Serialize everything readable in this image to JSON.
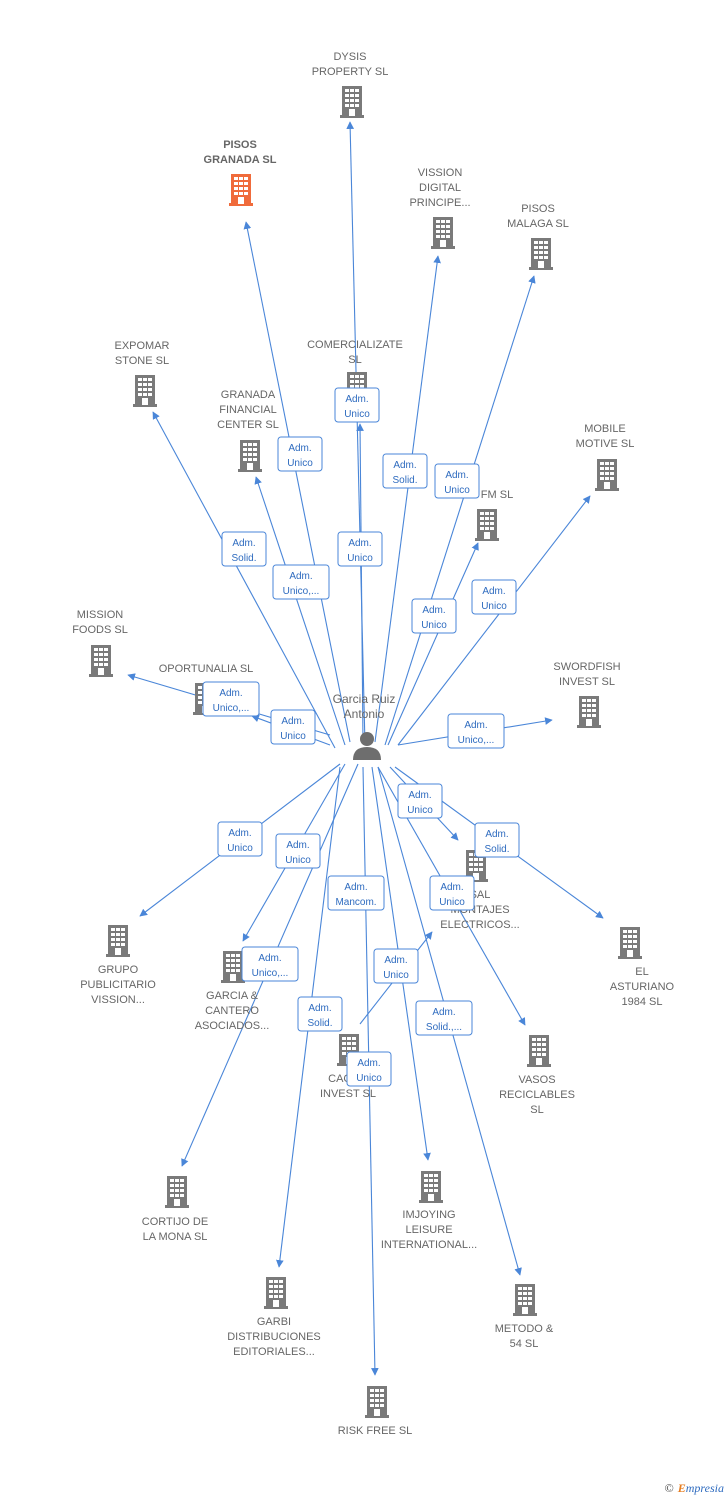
{
  "center": {
    "lines": [
      "Garcia Ruiz",
      "Antonio"
    ],
    "icon": "person-icon"
  },
  "colors": {
    "edge": "#4a86d8",
    "building": "#7a7a7a",
    "building_highlight": "#f06b3b",
    "role_border": "#4a86d8",
    "role_text": "#2e6bbf",
    "label": "#666666"
  },
  "nodes": [
    {
      "id": "dysis",
      "lines": [
        "DYSIS",
        "PROPERTY  SL"
      ],
      "role": [
        "Adm.",
        "Unico"
      ]
    },
    {
      "id": "pisos-granada",
      "lines": [
        "PISOS",
        "GRANADA  SL"
      ],
      "highlight": true,
      "role": [
        "Adm.",
        "Unico"
      ]
    },
    {
      "id": "vission-digital",
      "lines": [
        "VISSION",
        "DIGITAL",
        "PRINCIPE..."
      ],
      "role": [
        "Adm.",
        "Solid."
      ]
    },
    {
      "id": "pisos-malaga",
      "lines": [
        "PISOS",
        "MALAGA  SL"
      ],
      "role": [
        "Adm.",
        "Unico"
      ]
    },
    {
      "id": "expomar",
      "lines": [
        "EXPOMAR",
        "STONE SL"
      ],
      "role": [
        "Adm.",
        "Solid."
      ]
    },
    {
      "id": "comercializate",
      "lines": [
        "COMERCIALIZATE",
        "SL"
      ],
      "role": [
        "Adm.",
        "Unico"
      ]
    },
    {
      "id": "granada-financial",
      "lines": [
        "GRANADA",
        "FINANCIAL",
        "CENTER  SL"
      ],
      "role": [
        "Adm.",
        "Unico,..."
      ]
    },
    {
      "id": "mobile-motive",
      "lines": [
        "MOBILE",
        "MOTIVE  SL"
      ],
      "role": [
        "Adm.",
        "Unico"
      ]
    },
    {
      "id": "fm",
      "lines": [
        "FM SL"
      ],
      "role": [
        "Adm.",
        "Unico"
      ]
    },
    {
      "id": "mission-foods",
      "lines": [
        "MISSION",
        "FOODS  SL"
      ],
      "role": [
        "Adm.",
        "Unico,..."
      ]
    },
    {
      "id": "oportunalia",
      "lines": [
        "OPORTUNALIA SL"
      ],
      "role": [
        "Adm.",
        "Unico"
      ]
    },
    {
      "id": "swordfish",
      "lines": [
        "SWORDFISH",
        "INVEST  SL"
      ],
      "role": [
        "Adm.",
        "Unico,..."
      ]
    },
    {
      "id": "grupo-publicitario",
      "lines": [
        "GRUPO",
        "PUBLICITARIO",
        "VISSION..."
      ],
      "role": [
        "Adm.",
        "Unico"
      ]
    },
    {
      "id": "garcia-cantero",
      "lines": [
        "GARCIA &",
        "CANTERO",
        "ASOCIADOS..."
      ],
      "role": [
        "Adm.",
        "Unico"
      ]
    },
    {
      "id": "sal-montajes",
      "lines": [
        "SAL",
        "MONTAJES",
        "ELECTRICOS..."
      ],
      "role": [
        "Adm.",
        "Unico"
      ]
    },
    {
      "id": "el-asturiano",
      "lines": [
        "EL",
        "ASTURIANO",
        "1984  SL"
      ],
      "role": [
        "Adm.",
        "Solid."
      ]
    },
    {
      "id": "cortijo",
      "lines": [
        "CORTIJO DE",
        "LA MONA  SL"
      ],
      "role": [
        "Adm.",
        "Unico,..."
      ]
    },
    {
      "id": "caceres",
      "lines": [
        "CACE...",
        "INVEST  SL"
      ],
      "role": [
        "Adm.",
        "Unico"
      ]
    },
    {
      "id": "vasos",
      "lines": [
        "VASOS",
        "RECICLABLES",
        "SL"
      ],
      "role": [
        "Adm.",
        "Unico"
      ]
    },
    {
      "id": "garbi",
      "lines": [
        "GARBI",
        "DISTRIBUCIONES",
        "EDITORIALES..."
      ],
      "role": [
        "Adm.",
        "Solid."
      ]
    },
    {
      "id": "imjoying",
      "lines": [
        "IMJOYING",
        "LEISURE",
        "INTERNATIONAL..."
      ],
      "role": [
        "Adm.",
        "Solid.,..."
      ]
    },
    {
      "id": "metodo",
      "lines": [
        "METODO &",
        "54 SL"
      ],
      "role": [
        "Adm.",
        "Mancom."
      ]
    },
    {
      "id": "risk-free",
      "lines": [
        "RISK FREE  SL"
      ],
      "role": [
        "Adm.",
        "Unico"
      ]
    }
  ],
  "footer": {
    "copyright": "©",
    "brand_e": "E",
    "brand_rest": "mpresia"
  }
}
